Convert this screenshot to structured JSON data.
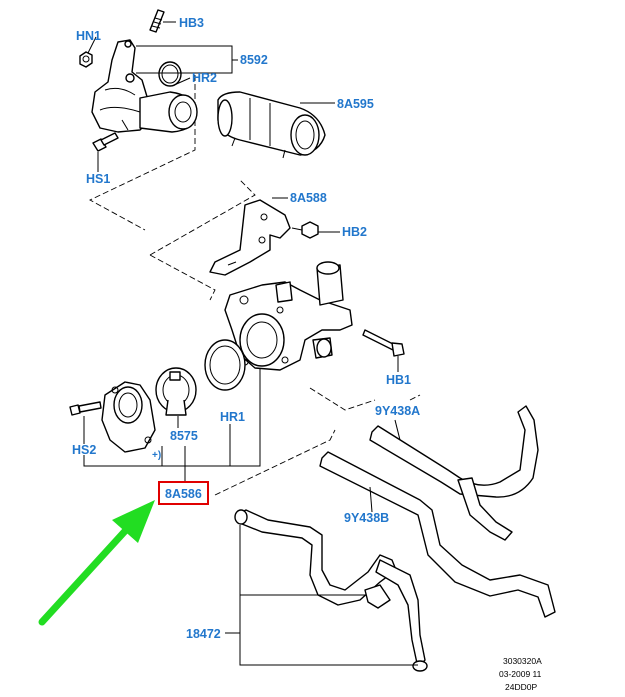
{
  "diagram": {
    "highlight_color": "#e00000",
    "arrow_color": "#22dd22",
    "label_color": "#2277cc",
    "labels": {
      "hn1": "HN1",
      "hb3": "HB3",
      "n8592": "8592",
      "hr2": "HR2",
      "n8a595": "8A595",
      "hs1": "HS1",
      "n8a588": "8A588",
      "hb2": "HB2",
      "hb1": "HB1",
      "n9y438a": "9Y438A",
      "n8575": "8575",
      "hr1": "HR1",
      "hs2": "HS2",
      "plus_marker": "+)",
      "n8a586": "8A586",
      "n9y438b": "9Y438B",
      "n18472": "18472"
    },
    "reference": {
      "line1": "3030320A",
      "line2": "03-2009 11",
      "line3": "24DD0P"
    }
  }
}
